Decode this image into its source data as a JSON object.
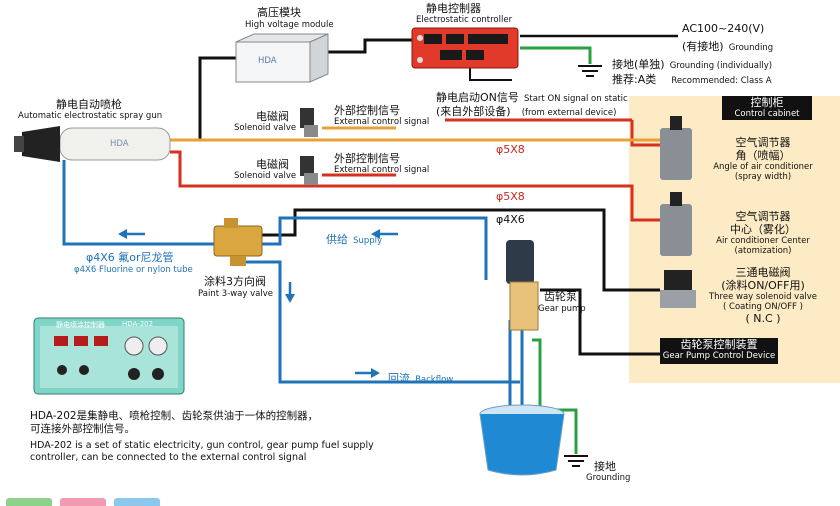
{
  "hv_module": {
    "cn": "高压模块",
    "en": "High voltage module",
    "logo": "HDA"
  },
  "es_controller": {
    "cn": "静电控制器",
    "en": "Electrostatic controller"
  },
  "power": {
    "line1": "AC100~240(V)",
    "line2_cn": "(有接地)",
    "line2_en": "Grounding"
  },
  "grounding_top": {
    "cn1": "接地(单独)",
    "en1": "Grounding (individually)",
    "cn2": "推荐:A类",
    "en2": "Recommended: Class A"
  },
  "on_signal": {
    "cn1": "静电启动ON信号",
    "en1": "Start ON signal on static",
    "cn2": "(来自外部设备)",
    "en2": "(from external device)"
  },
  "spray_gun": {
    "cn": "静电自动喷枪",
    "en": "Automatic electrostatic spray gun",
    "logo": "HDA"
  },
  "solenoid1": {
    "cn": "电磁阀",
    "en": "Solenoid valve"
  },
  "ext_signal1": {
    "cn": "外部控制信号",
    "en": "External control signal"
  },
  "solenoid2": {
    "cn": "电磁阀",
    "en": "Solenoid valve"
  },
  "ext_signal2": {
    "cn": "外部控制信号",
    "en": "External control signal"
  },
  "cabinet": {
    "cn": "控制柜",
    "en": "Control cabinet"
  },
  "ac_angle": {
    "cn1": "空气调节器",
    "cn2": "角（喷幅）",
    "en1": "Angle of air conditioner",
    "en2": "(spray width)"
  },
  "ac_center": {
    "cn1": "空气调节器",
    "cn2": "中心（雾化）",
    "en1": "Air conditioner Center",
    "en2": "(atomization)"
  },
  "three_way": {
    "cn1": "三通电磁阀",
    "cn2": "(涂料ON/OFF用)",
    "en1": "Three way solenoid valve",
    "en2": "( Coating ON/OFF )",
    "nc": "( N.C )"
  },
  "gp_control": {
    "cn": "齿轮泵控制装置",
    "en": "Gear Pump Control Device"
  },
  "tube_orange": "φ5X8",
  "tube_red": "φ5X8",
  "tube_black": "φ4X6",
  "fluoro": {
    "cn": "φ4X6 氟or尼龙管",
    "en": "φ4X6 Fluorine or nylon tube"
  },
  "paint_valve": {
    "cn": "涂料3方向阀",
    "en": "Paint 3-way valve"
  },
  "supply": {
    "cn": "供给",
    "en": "Supply"
  },
  "gear_pump": {
    "cn": "齿轮泵",
    "en": "Gear pump"
  },
  "backflow": {
    "cn": "回流",
    "en": "Backflow"
  },
  "grounding_bottom": {
    "cn": "接地",
    "en": "Grounding"
  },
  "device": {
    "title": "静电喷涂控制器",
    "model": "HDA-202"
  },
  "description": {
    "cn1": "HDA-202是集静电、喷枪控制、齿轮泵供油于一体的控制器，",
    "cn2": "可连接外部控制信号。",
    "en1": "HDA-202 is a set of static electricity, gun control, gear pump fuel supply",
    "en2": "controller, can be connected to the external control signal"
  },
  "colors": {
    "orange": "#e8a13a",
    "red": "#d6301f",
    "blue": "#1f73b8",
    "green": "#2aa043",
    "black": "#111111",
    "cabinet": "#fcebc4"
  }
}
